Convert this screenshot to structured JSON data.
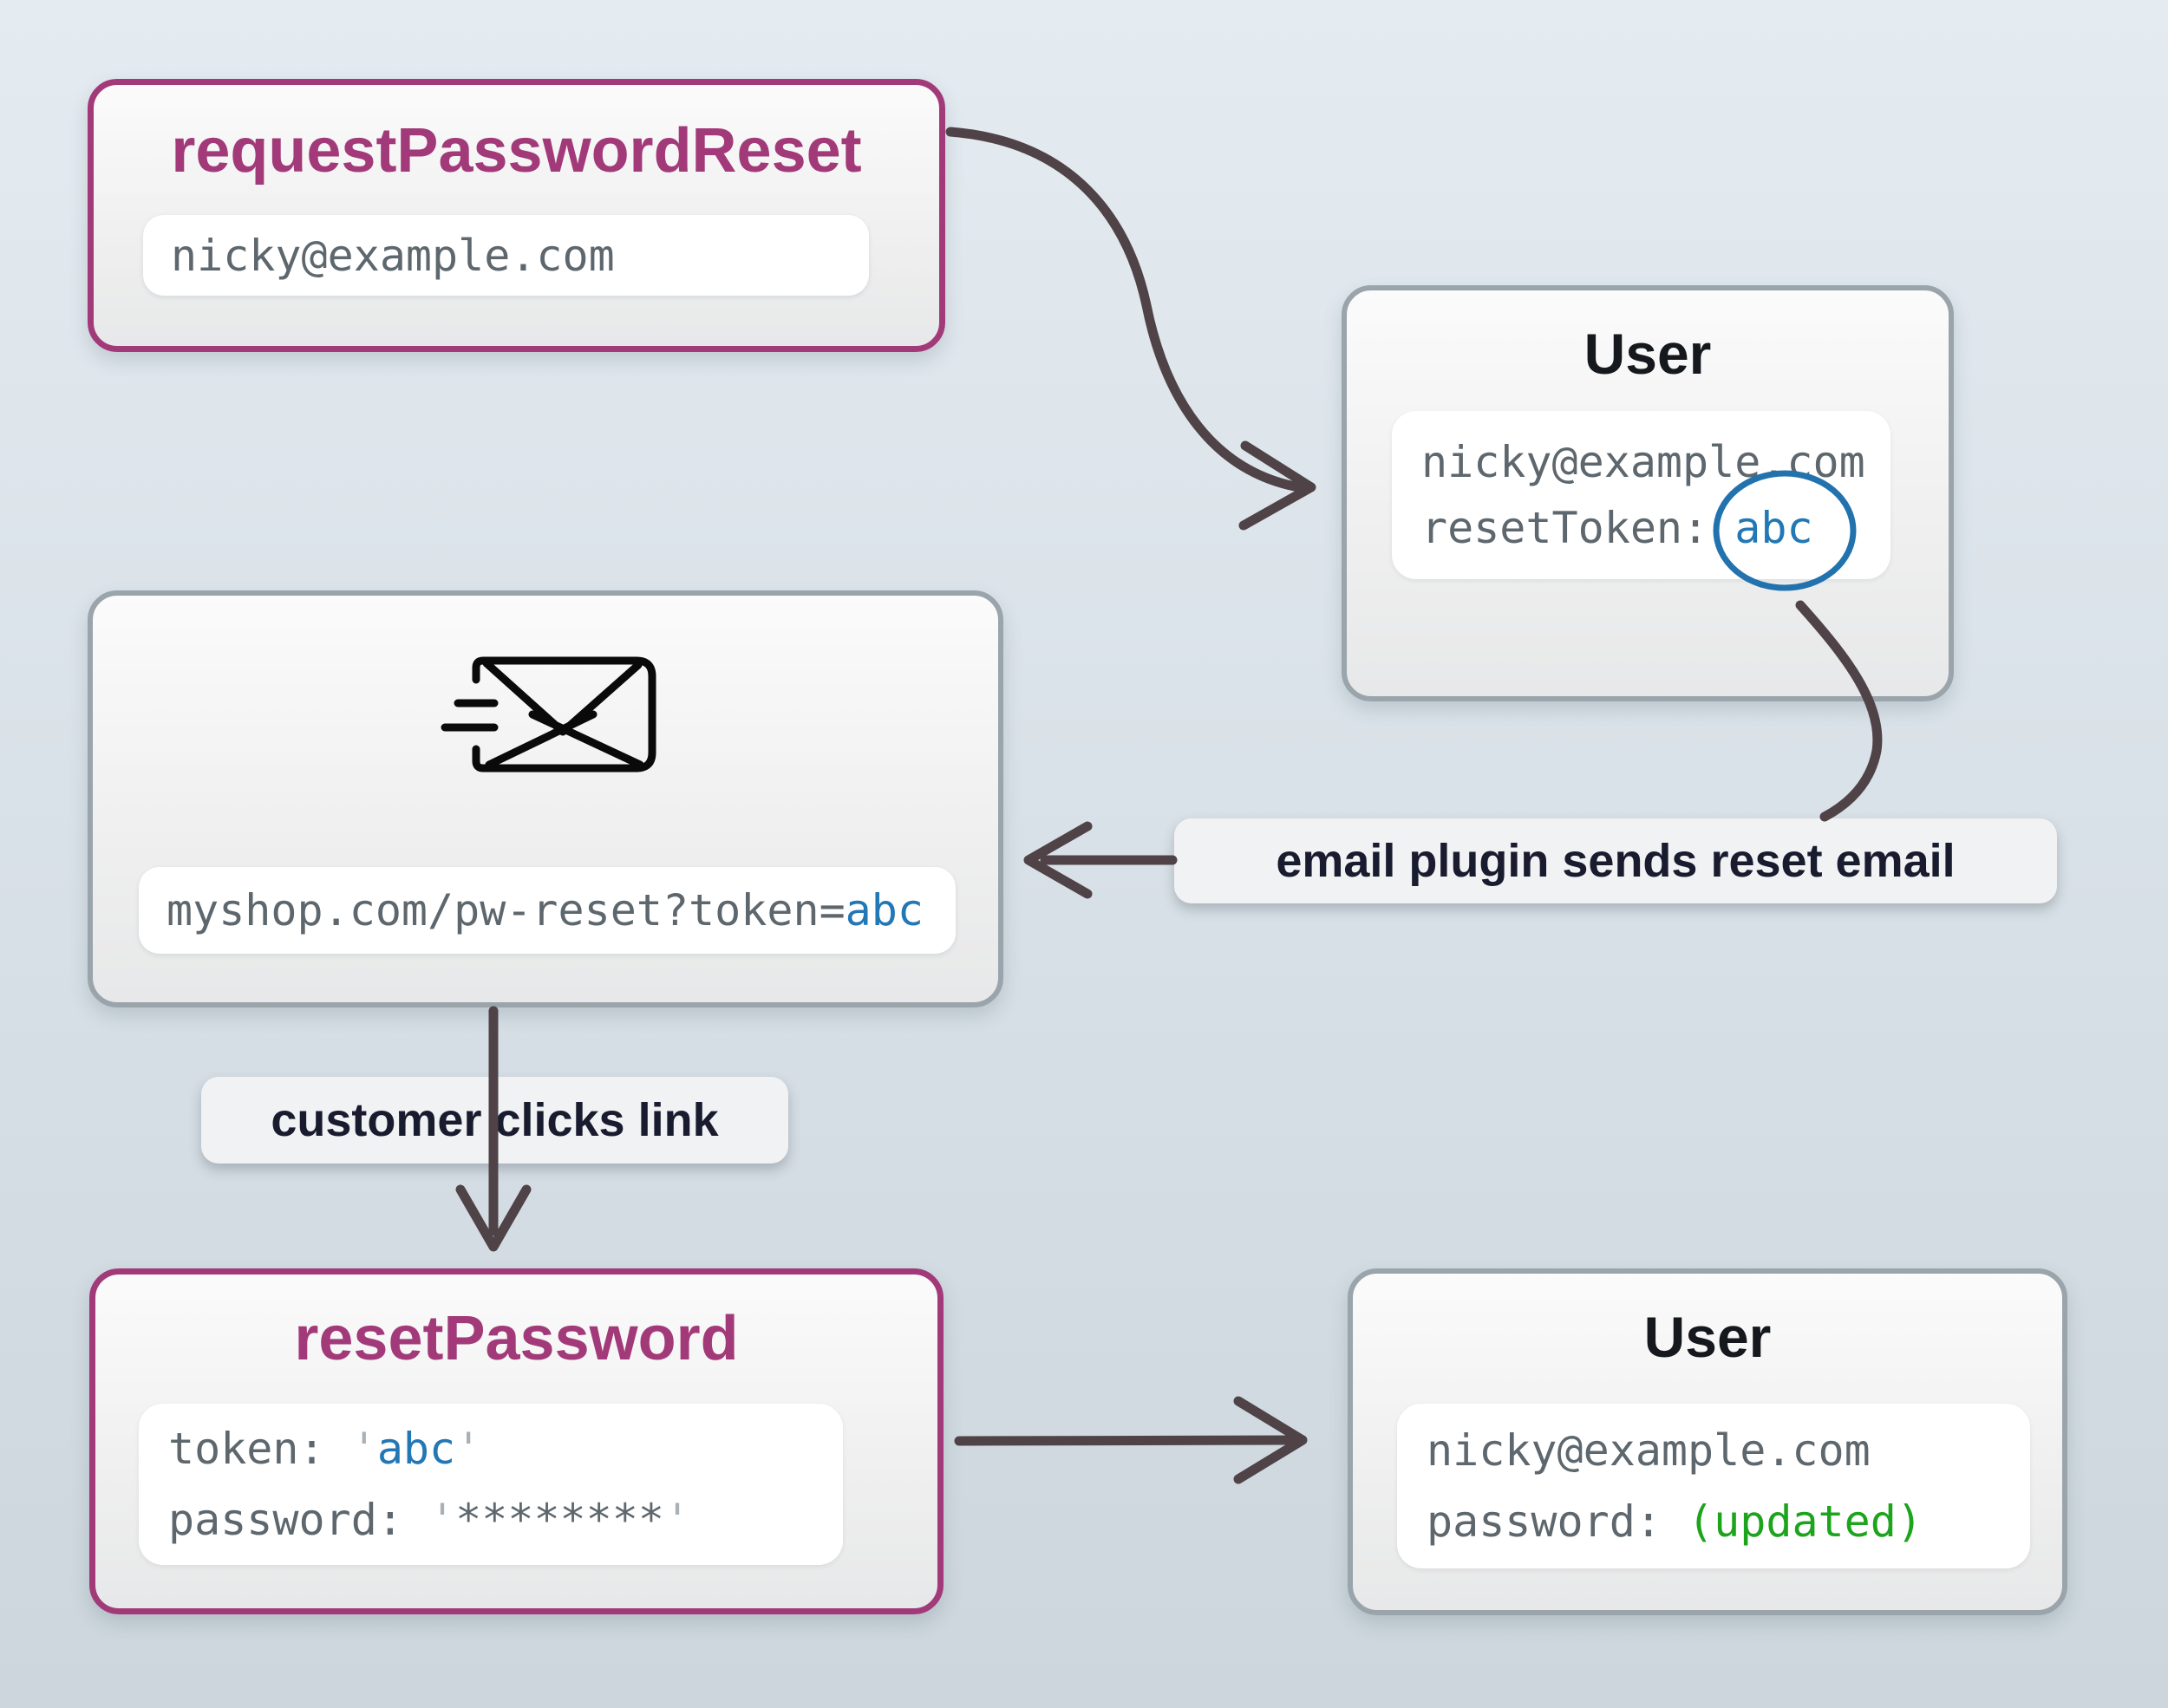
{
  "colors": {
    "purple": "#a23a79",
    "blue_token": "#2277b5",
    "green_updated": "#1da41d",
    "gray_mono_text": "#5d676d",
    "quote_gray": "#a9b1b7",
    "label_text": "#191c2e",
    "arrow": "#4f4347",
    "circle_stroke": "#2272ae",
    "gray_border": "#9aa4ab",
    "background_top": "#e4ebf1",
    "background_bottom": "#ccd6dc"
  },
  "icons": {
    "email_send": "send-email-envelope-icon"
  },
  "boxes": {
    "request_password_reset": {
      "title": "requestPasswordReset",
      "field_value": "nicky@example.com"
    },
    "user_top": {
      "title": "User",
      "email": "nicky@example.com",
      "reset_token_label": "resetToken: ",
      "reset_token_value": "abc"
    },
    "email_message": {
      "url_prefix": "myshop.com/pw-reset?token=",
      "url_token": "abc"
    },
    "reset_password": {
      "title": "resetPassword",
      "token_label": "token: ",
      "quote": "'",
      "token_value": "abc",
      "password_label": "password: ",
      "password_value": "********"
    },
    "user_bottom": {
      "title": "User",
      "email": "nicky@example.com",
      "password_label": "password: ",
      "password_value": "(updated)"
    }
  },
  "labels": {
    "email_plugin": "email plugin sends reset email",
    "customer_clicks": "customer clicks link"
  }
}
